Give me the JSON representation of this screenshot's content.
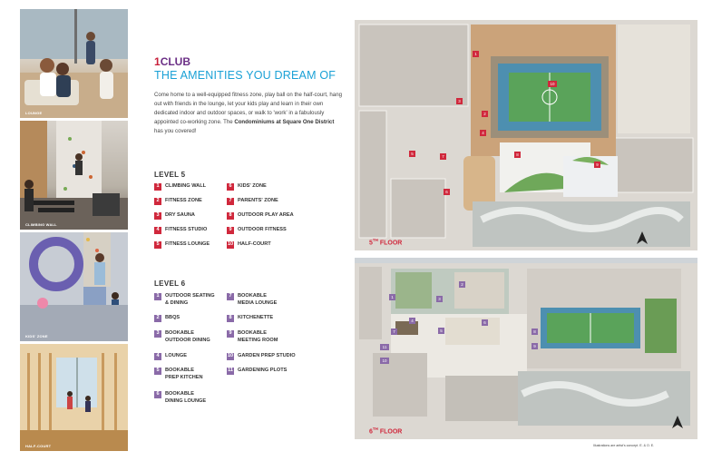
{
  "photos": [
    {
      "caption": "LOUNGE"
    },
    {
      "caption": "CLIMBING WALL"
    },
    {
      "caption": "KIDS' ZONE"
    },
    {
      "caption": "HALF-COURT"
    }
  ],
  "brand": {
    "number": "1",
    "name": "CLUB"
  },
  "headline": "THE AMENITIES YOU DREAM OF",
  "intro": {
    "text": "Come home to a well-equipped fitness zone, play ball on the half-court, hang out with friends in the lounge, let your kids play and learn in their own dedicated indoor and outdoor spaces, or walk to 'work' in a fabulously appointed co-working zone. The ",
    "bold": "Condominiums at Square One District",
    "end": " has you covered!"
  },
  "level5": {
    "title": "LEVEL 5",
    "items": [
      {
        "num": "1",
        "label": "CLIMBING WALL"
      },
      {
        "num": "2",
        "label": "FITNESS ZONE"
      },
      {
        "num": "3",
        "label": "DRY SAUNA"
      },
      {
        "num": "4",
        "label": "FITNESS STUDIO"
      },
      {
        "num": "5",
        "label": "FITNESS LOUNGE"
      },
      {
        "num": "6",
        "label": "KIDS' ZONE"
      },
      {
        "num": "7",
        "label": "PARENTS' ZONE"
      },
      {
        "num": "8",
        "label": "OUTDOOR PLAY AREA"
      },
      {
        "num": "9",
        "label": "OUTDOOR FITNESS"
      },
      {
        "num": "10",
        "label": "HALF-COURT"
      }
    ]
  },
  "level6": {
    "title": "LEVEL 6",
    "items": [
      {
        "num": "1",
        "line1": "OUTDOOR SEATING",
        "line2": "& DINING"
      },
      {
        "num": "2",
        "line1": "BBQS",
        "line2": ""
      },
      {
        "num": "3",
        "line1": "BOOKABLE",
        "line2": "OUTDOOR DINING"
      },
      {
        "num": "4",
        "line1": "LOUNGE",
        "line2": ""
      },
      {
        "num": "5",
        "line1": "BOOKABLE",
        "line2": "PREP KITCHEN"
      },
      {
        "num": "6",
        "line1": "BOOKABLE",
        "line2": "DINING LOUNGE"
      },
      {
        "num": "7",
        "line1": "BOOKABLE",
        "line2": "MEDIA LOUNGE"
      },
      {
        "num": "8",
        "line1": "KITCHENETTE",
        "line2": ""
      },
      {
        "num": "9",
        "line1": "BOOKABLE",
        "line2": "MEETING ROOM"
      },
      {
        "num": "10",
        "line1": "GARDEN PREP STUDIO",
        "line2": ""
      },
      {
        "num": "11",
        "line1": "GARDENING PLOTS",
        "line2": ""
      }
    ]
  },
  "plan5": {
    "label_num": "5",
    "label_sup": "TH",
    "label_word": "FLOOR"
  },
  "plan6": {
    "label_num": "6",
    "label_sup": "TH",
    "label_word": "FLOOR"
  },
  "disclaimer": "Illustrations are artist's concept. E. & O. E.",
  "colors": {
    "red": "#d0283c",
    "purple": "#8a6aa8",
    "cyan": "#1aa1d6",
    "brand_purple": "#6b2f86"
  }
}
